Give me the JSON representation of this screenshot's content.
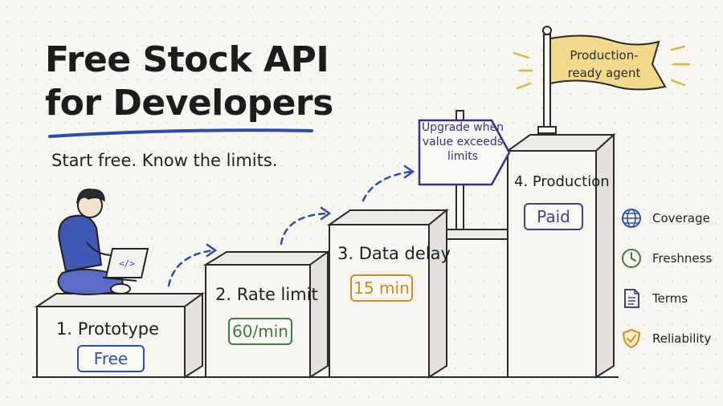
{
  "title": {
    "line1": "Free Stock API",
    "line2": "for Developers"
  },
  "subtitle": "Start free. Know the limits.",
  "steps": [
    {
      "label": "1. Prototype",
      "badge": "Free",
      "color": "#2f4fb5"
    },
    {
      "label": "2. Rate limit",
      "badge": "60/min",
      "color": "#3b7d3a"
    },
    {
      "label": "3. Data delay",
      "badge": "15 min",
      "color": "#d58a1c"
    },
    {
      "label": "4. Production",
      "badge": "Paid",
      "color": "#4b3c92"
    }
  ],
  "sign": "Upgrade when value exceeds limits",
  "flag": "Production-ready agent",
  "legend": [
    {
      "icon": "globe-icon",
      "label": "Coverage",
      "color": "#2f4fb5"
    },
    {
      "icon": "clock-icon",
      "label": "Freshness",
      "color": "#3b7d3a"
    },
    {
      "icon": "document-icon",
      "label": "Terms",
      "color": "#4b3c92"
    },
    {
      "icon": "shield-check-icon",
      "label": "Reliability",
      "color": "#d58a1c"
    }
  ],
  "laptop_code": "</>"
}
